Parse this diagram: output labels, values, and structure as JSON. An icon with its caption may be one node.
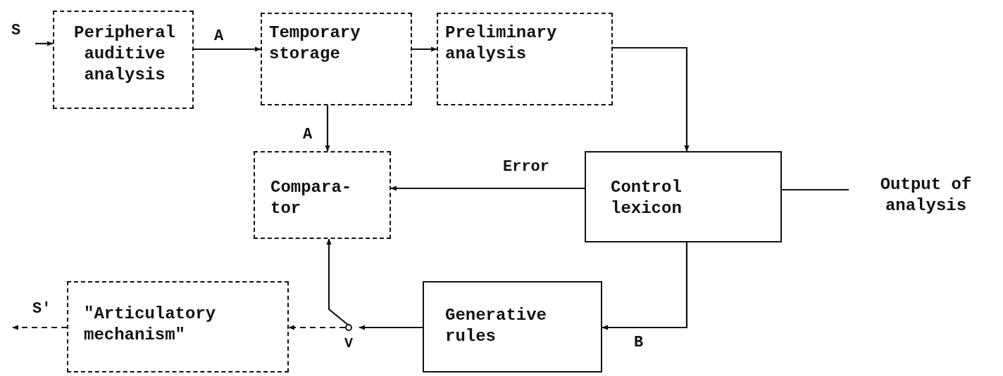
{
  "diagram": {
    "nodes": [
      {
        "text": [
          "Peripheral auditive analysis"
        ]
      },
      {
        "text": [
          "Temporary storage"
        ]
      },
      {
        "text": [
          "Preliminary analysis"
        ]
      },
      {
        "text": [
          "Compara- tor"
        ]
      },
      {
        "text": [
          "Control lexicon"
        ]
      },
      {
        "text": [
          "Output of analysis"
        ]
      },
      {
        "text": [
          "\"Articulatory mechanism\""
        ]
      },
      {
        "text": [
          "Generative rules"
        ]
      },
      {
        "text": [
          "V"
        ]
      }
    ],
    "edges": [
      {
        "from": null,
        "to": 0,
        "arrow": "to",
        "label": "S"
      },
      {
        "from": 0,
        "to": 1,
        "arrow": "to",
        "label": "A"
      },
      {
        "from": 1,
        "to": 2,
        "arrow": "to"
      },
      {
        "from": 1,
        "to": 3,
        "arrow": "to",
        "label": "A"
      },
      {
        "from": 2,
        "to": 4,
        "arrow": "to"
      },
      {
        "from": 4,
        "to": 3,
        "arrow": "to",
        "label": "Error"
      },
      {
        "from": 4,
        "to": 5,
        "arrow": "none"
      },
      {
        "from": 4,
        "to": 7,
        "arrow": "to",
        "label": "B"
      },
      {
        "from": 7,
        "to": 8,
        "arrow": "to"
      },
      {
        "from": 8,
        "to": 3,
        "arrow": "to"
      },
      {
        "from": 8,
        "to": 6,
        "arrow": "to",
        "style": "dashed"
      },
      {
        "from": 6,
        "to": null,
        "arrow": "to",
        "style": "dashed",
        "label": "S'"
      }
    ]
  }
}
